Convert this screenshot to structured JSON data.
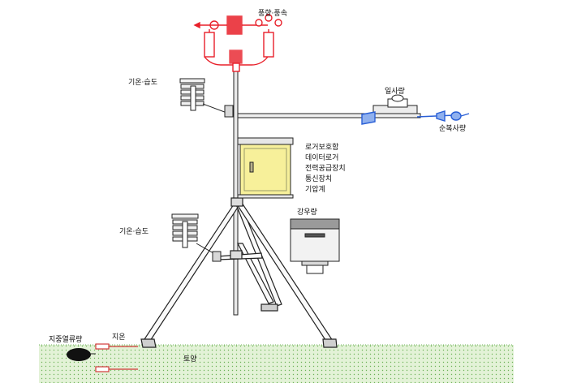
{
  "labels": {
    "wind": "풍향·풍속",
    "temp_humid_upper": "기온·습도",
    "solar": "일사량",
    "net_radiation": "순복사량",
    "logger_lines": [
      "로거보호함",
      "데이터로거",
      "전력공급장치",
      "통신장치",
      "기압계"
    ],
    "temp_humid_lower": "기온·습도",
    "rain": "강우량",
    "soil_heat_flux": "지중열류량",
    "soil_temp": "지온",
    "soil": "토양"
  },
  "colors": {
    "wind_sensor": "#e8202a",
    "net_radiometer": "#2a5fd6",
    "logger_box": "#f7f09a",
    "ground": "#e3f2d7",
    "ground_dots": "#6fb35a",
    "probe": "#d23a3a"
  }
}
